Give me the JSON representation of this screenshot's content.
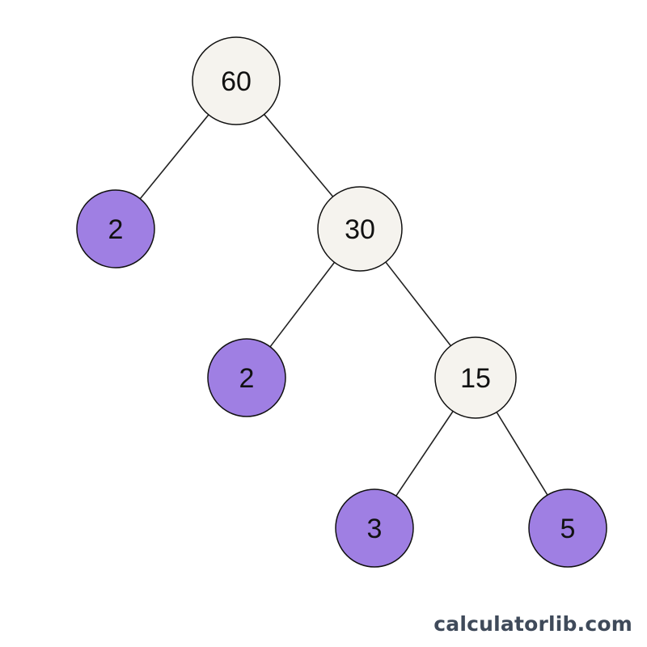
{
  "diagram": {
    "type": "factor-tree",
    "nodes": [
      {
        "id": "n60",
        "label": "60",
        "kind": "composite"
      },
      {
        "id": "n2a",
        "label": "2",
        "kind": "prime",
        "parent": "n60"
      },
      {
        "id": "n30",
        "label": "30",
        "kind": "composite",
        "parent": "n60"
      },
      {
        "id": "n2b",
        "label": "2",
        "kind": "prime",
        "parent": "n30"
      },
      {
        "id": "n15",
        "label": "15",
        "kind": "composite",
        "parent": "n30"
      },
      {
        "id": "n3",
        "label": "3",
        "kind": "prime",
        "parent": "n15"
      },
      {
        "id": "n5",
        "label": "5",
        "kind": "prime",
        "parent": "n15"
      }
    ]
  },
  "colors": {
    "composite_fill": "#f5f3ee",
    "prime_fill": "#9f7fe3",
    "stroke": "#111111",
    "edge": "#222222"
  },
  "footer": {
    "watermark": "calculatorlib.com"
  }
}
